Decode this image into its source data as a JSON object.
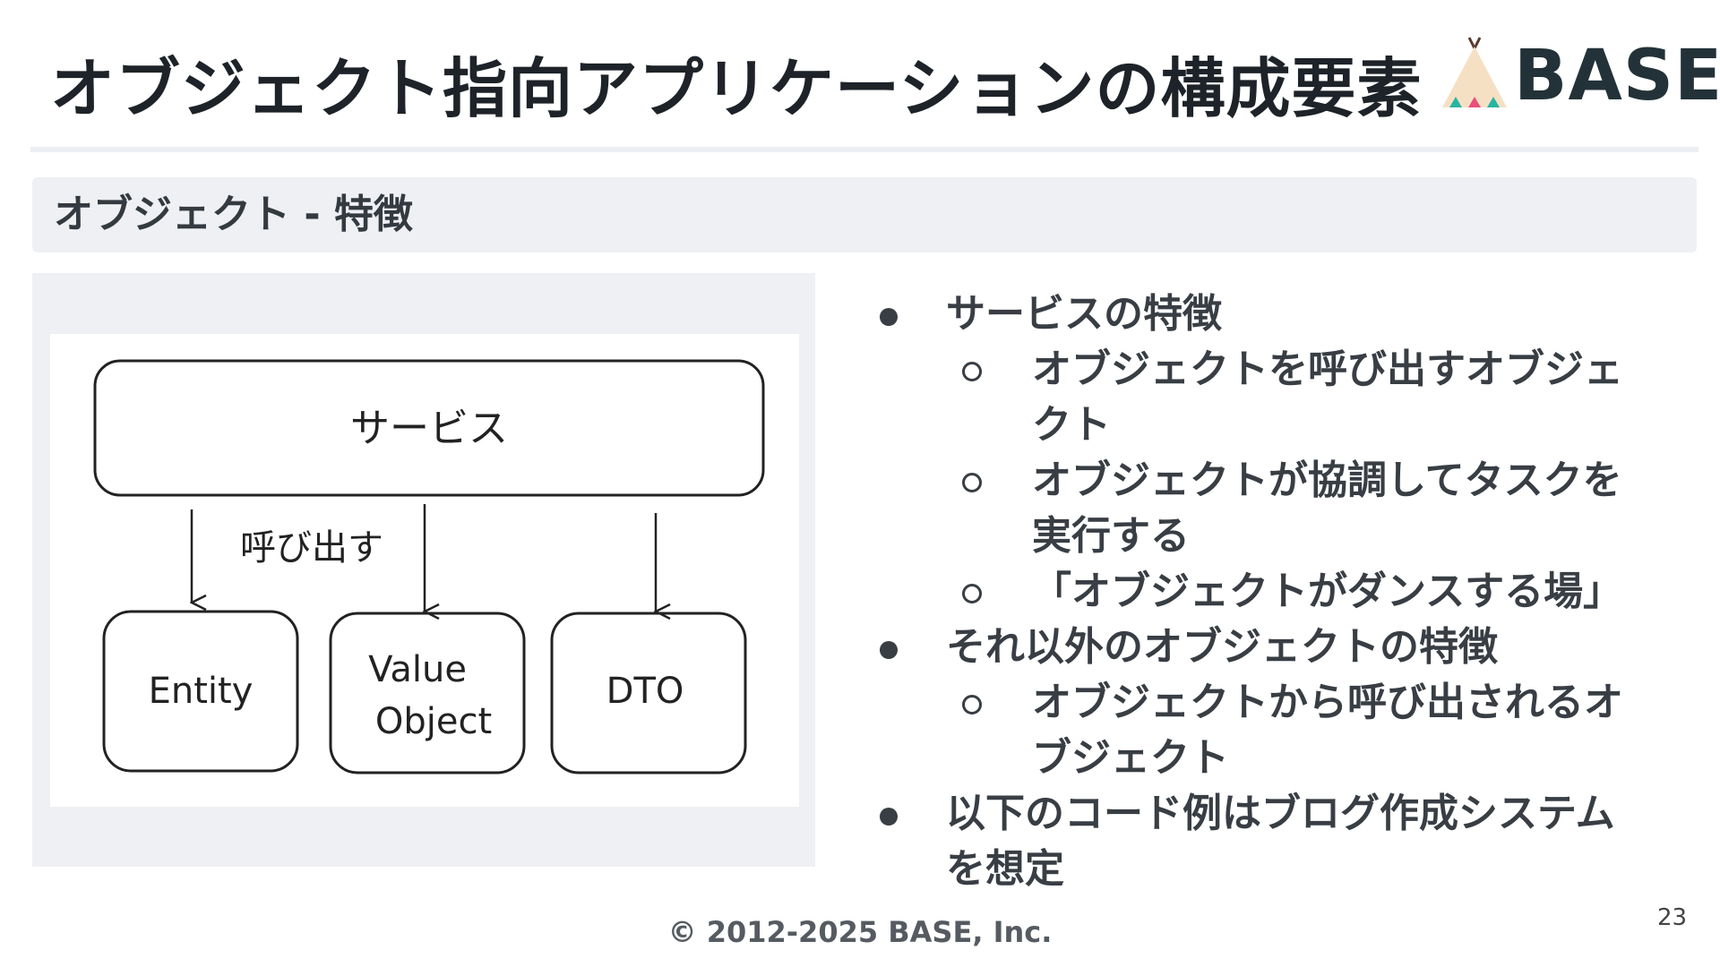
{
  "header": {
    "title": "オブジェクト指向アプリケーションの構成要素",
    "logo_text": "BASE"
  },
  "subtitle": "オブジェクト - 特徴",
  "diagram": {
    "service_label": "サービス",
    "call_label": "呼び出す",
    "boxes": [
      "Entity",
      "Value\nObject",
      "DTO"
    ],
    "value_object_line1": "Value",
    "value_object_line2": "Object"
  },
  "bullets": [
    {
      "text": "サービスの特徴",
      "children": [
        {
          "line1": "オブジェクトを呼び出すオブジェ",
          "line2": "クト"
        },
        {
          "line1": "オブジェクトが協調してタスクを",
          "line2": "実行する"
        },
        {
          "line1": "「オブジェクトがダンスする場」",
          "line2": ""
        }
      ]
    },
    {
      "text": "それ以外のオブジェクトの特徴",
      "children": [
        {
          "line1": "オブジェクトから呼び出されるオ",
          "line2": "ブジェクト"
        }
      ]
    },
    {
      "line1": "以下のコード例はブログ作成システム",
      "line2": "を想定",
      "children": []
    }
  ],
  "footer": {
    "copyright": "© 2012-2025 BASE, Inc.",
    "page_number": "23"
  },
  "colors": {
    "teepee_peach": "#f6e0c4",
    "teepee_teal": "#28b5a3",
    "teepee_pink": "#e84f7b",
    "teepee_poles": "#5a3a2e",
    "text_dark": "#1d2328"
  }
}
